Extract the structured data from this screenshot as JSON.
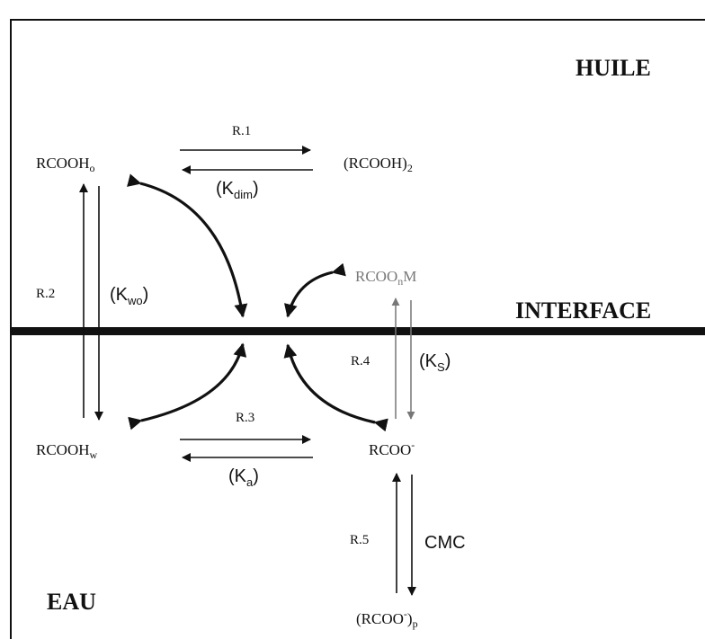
{
  "regions": {
    "oil": "HUILE",
    "interface": "INTERFACE",
    "water": "EAU"
  },
  "species": {
    "acid_oil": {
      "base": "RCOOH",
      "sub": "o"
    },
    "dimer": {
      "base": "(RCOOH)",
      "sub": "2"
    },
    "acid_water": {
      "base": "RCOOH",
      "sub": "w"
    },
    "anion": {
      "base": "RCOO",
      "sup": "-"
    },
    "metal_soap": {
      "base": "RCOO",
      "sub": "n",
      "tail": "M"
    },
    "micelle": {
      "base": "(RCOO",
      "sup": "-",
      "close": ")",
      "sub": "p"
    }
  },
  "reactions": {
    "r1": {
      "label": "R.1",
      "constant": "K",
      "constant_sub": "dim"
    },
    "r2": {
      "label": "R.2",
      "constant": "K",
      "constant_sub": "wo"
    },
    "r3": {
      "label": "R.3",
      "constant": "K",
      "constant_sub": "a"
    },
    "r4": {
      "label": "R.4",
      "constant": "K",
      "constant_sub": "S"
    },
    "r5": {
      "label": "R.5",
      "constant": "CMC"
    }
  }
}
